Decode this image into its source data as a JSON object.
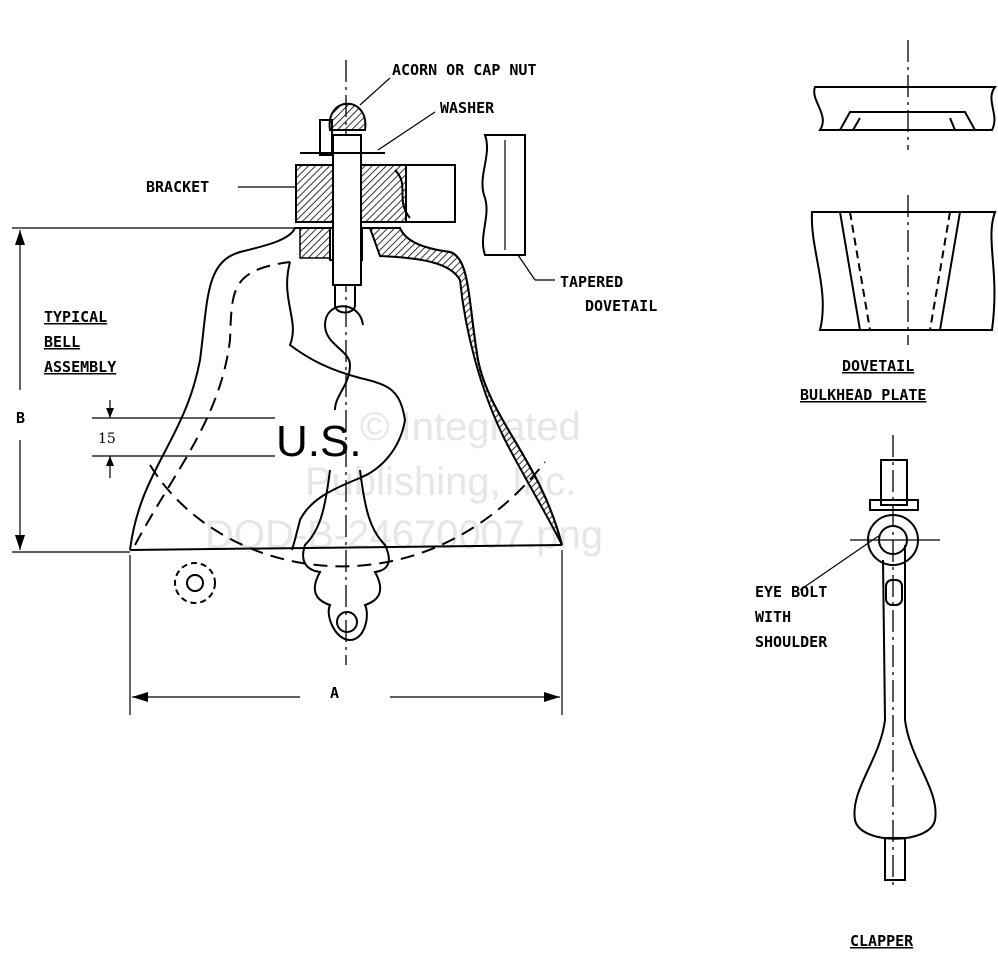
{
  "labels": {
    "acorn_nut": "ACORN OR CAP NUT",
    "washer": "WASHER",
    "bracket": "BRACKET",
    "tapered_dovetail_1": "TAPERED",
    "tapered_dovetail_2": "DOVETAIL",
    "typical_1": "TYPICAL",
    "typical_2": "BELL",
    "typical_3": "ASSEMBLY",
    "dim_b": "B",
    "dim_15": "15",
    "dim_a": "A",
    "bell_marking": "U.S.",
    "dovetail_title": "DOVETAIL",
    "bulkhead_plate": "BULKHEAD PLATE",
    "eye_bolt_1": "EYE BOLT",
    "eye_bolt_2": "WITH",
    "eye_bolt_3": "SHOULDER",
    "clapper_title": "CLAPPER"
  },
  "watermark": {
    "line1": "© Integrated",
    "line2": "Publishing, Inc.",
    "line3": "DOD-B-24670007.png"
  }
}
